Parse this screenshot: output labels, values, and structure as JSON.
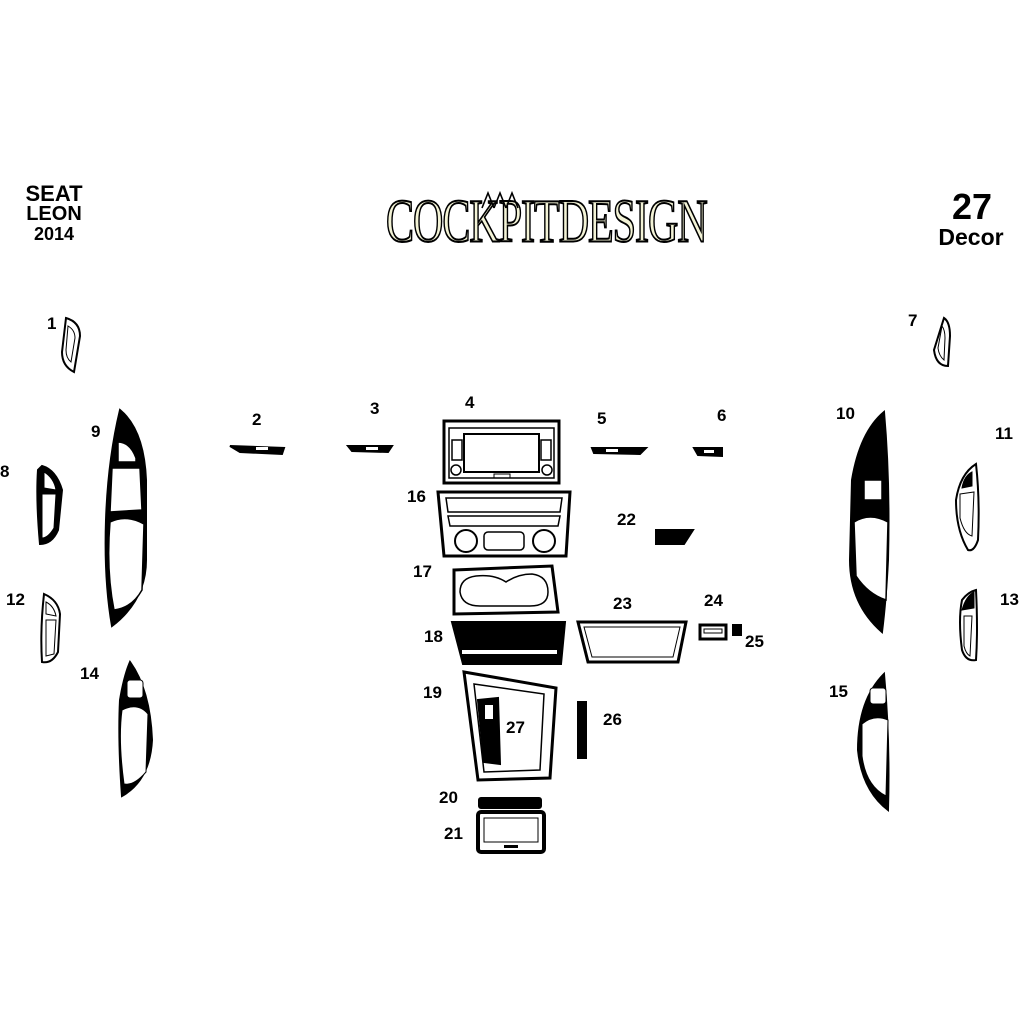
{
  "header": {
    "make": "SEAT",
    "model": "LEON",
    "year": "2014",
    "count": "27",
    "count_label": "Decor",
    "brand": "COCKPITDESIGN"
  },
  "part_labels": [
    "1",
    "2",
    "3",
    "4",
    "5",
    "6",
    "7",
    "8",
    "9",
    "10",
    "11",
    "12",
    "13",
    "14",
    "15",
    "16",
    "17",
    "18",
    "19",
    "20",
    "21",
    "22",
    "23",
    "24",
    "25",
    "26",
    "27"
  ],
  "colors": {
    "ink": "#000000",
    "paper": "#ffffff",
    "logo_fill": "#f3f3d6"
  }
}
